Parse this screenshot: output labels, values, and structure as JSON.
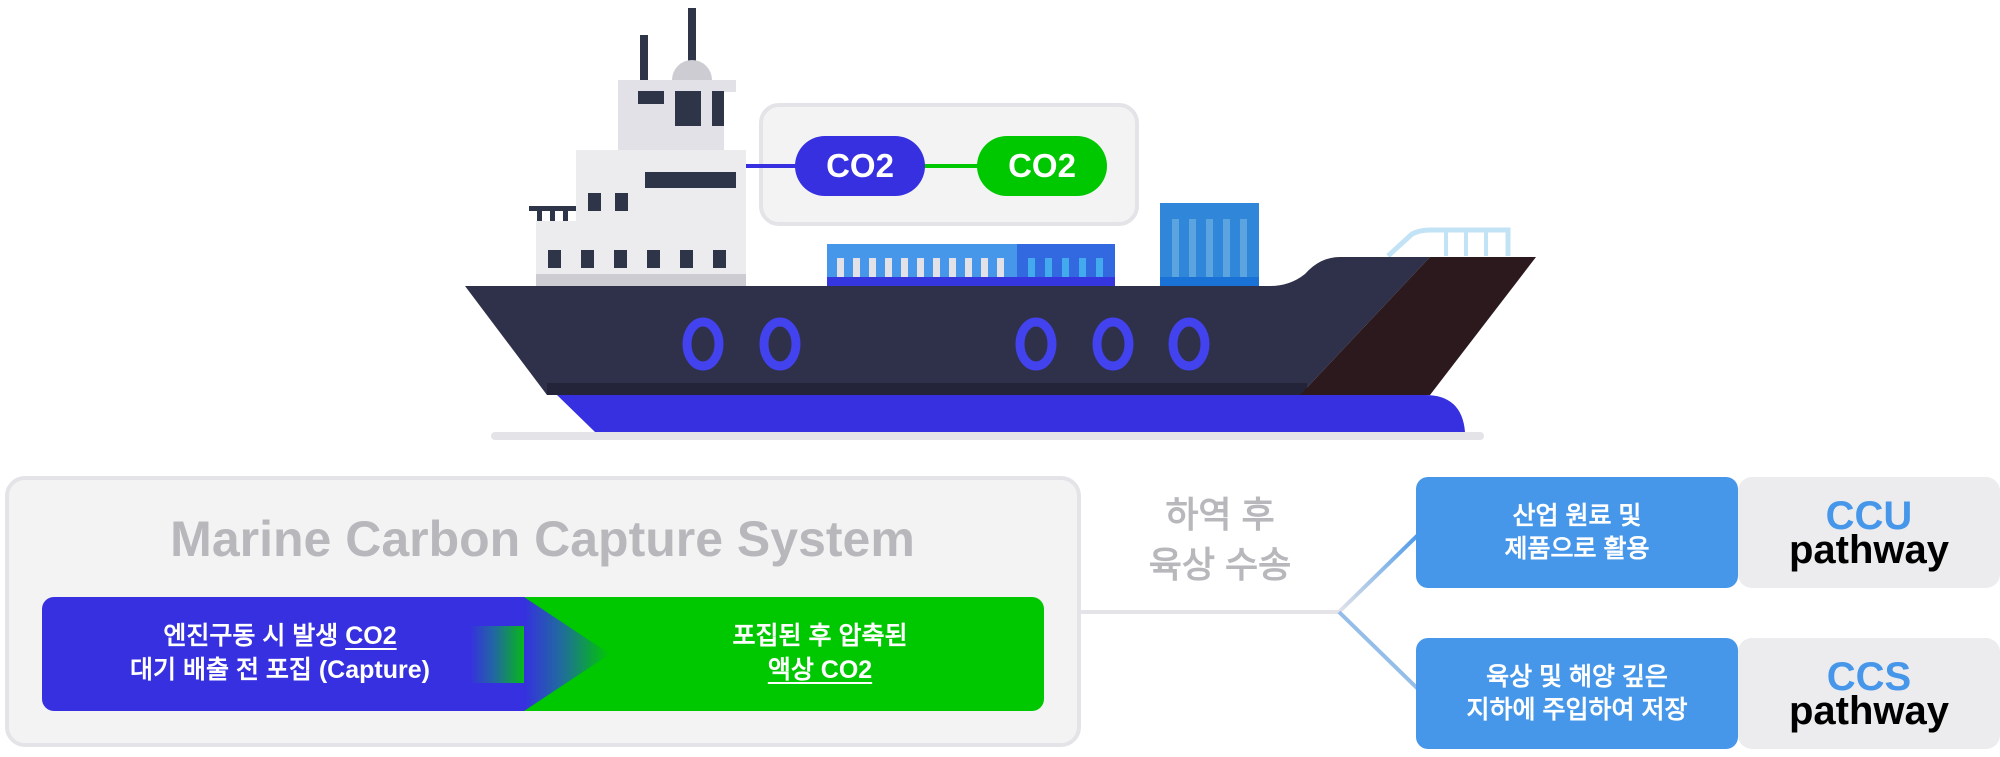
{
  "ship_illustration": {
    "co2_labels": [
      "CO2",
      "CO2"
    ],
    "colors": {
      "capture_blue": "#3630e0",
      "liquid_green": "#00c800",
      "hull_dark": "#2f3049",
      "bow_dark": "#2b191d",
      "porthole": "#4242ee",
      "container_blue": "#4697ea"
    }
  },
  "system": {
    "title": "Marine Carbon Capture System",
    "capture_step": {
      "line1_prefix": "엔진구동 시 발생 ",
      "line1_emph": "CO2",
      "line2": "대기 배출 전  포집 (Capture)"
    },
    "liquid_step": {
      "line1": "포집된 후 압축된",
      "line2_emph": "액상 CO2"
    }
  },
  "transport_label": {
    "line1": "하역 후",
    "line2": "육상 수송"
  },
  "pathways": [
    {
      "desc_line1": "산업 원료 및",
      "desc_line2": "제품으로 활용",
      "abbr": "CCU",
      "word": "pathway"
    },
    {
      "desc_line1": "육상 및 해양 깊은",
      "desc_line2": "지하에 주입하여 저장",
      "abbr": "CCS",
      "word": "pathway"
    }
  ]
}
